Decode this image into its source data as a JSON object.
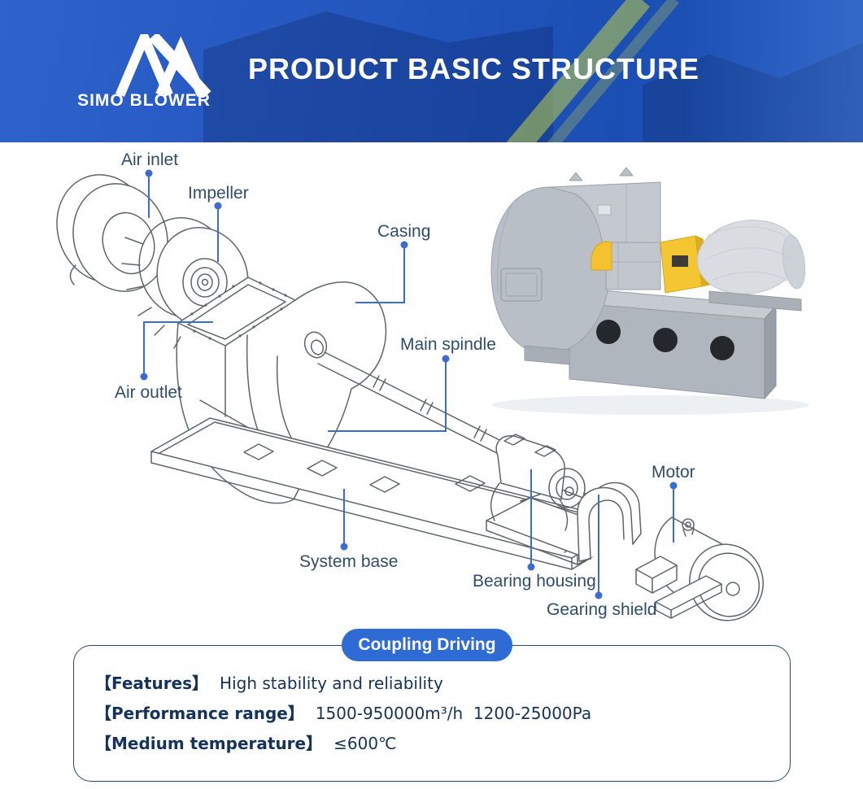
{
  "header": {
    "brand": "SIMO BLOWER",
    "title": "PRODUCT BASIC STRUCTURE"
  },
  "diagram": {
    "labels": {
      "air_inlet": "Air inlet",
      "impeller": "Impeller",
      "casing": "Casing",
      "main_spindle": "Main spindle",
      "air_outlet": "Air outlet",
      "system_base": "System base",
      "bearing_housing": "Bearing housing",
      "gearing_shield": "Gearing shield",
      "motor": "Motor"
    }
  },
  "badge": {
    "label": "Coupling Driving"
  },
  "specs": {
    "rows": [
      {
        "label": "【Features】",
        "value": "High stability and reliability"
      },
      {
        "label": "【Performance range】",
        "value": "1500-950000m³/h  1200-25000Pa"
      },
      {
        "label": "【Medium temperature】",
        "value": "≤600℃"
      }
    ]
  },
  "colors": {
    "header_blue_start": "#2d63cb",
    "header_blue_end": "#1b4fb3",
    "accent_blue": "#2f6bd4",
    "leader_blue": "#3b6cd2",
    "label_text": "#2e4d6e",
    "spec_text": "#14335c",
    "machine_gray": "#b9bfc6",
    "machine_yellow": "#f4c631"
  }
}
